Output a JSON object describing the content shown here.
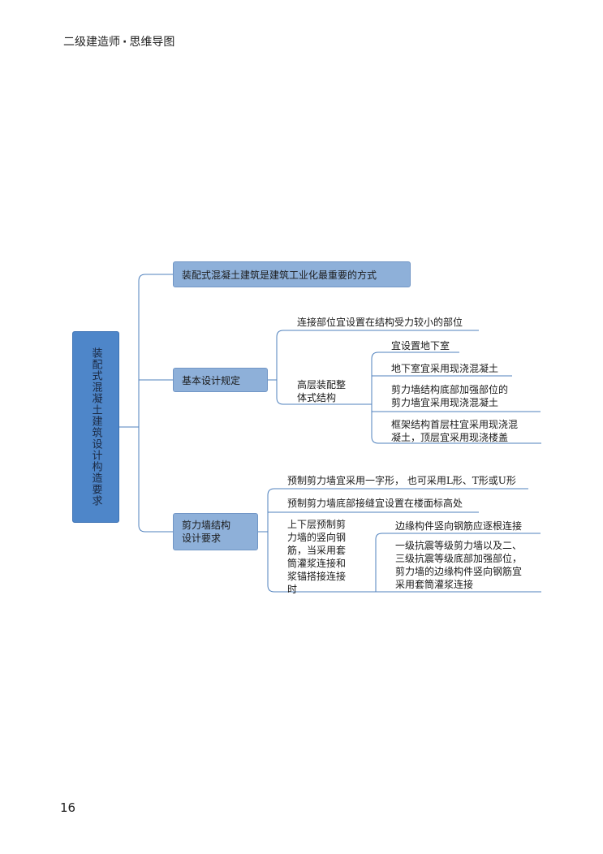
{
  "header": {
    "book": "二级建造师",
    "dot": "·",
    "subtitle": "思维导图"
  },
  "page_number": "16",
  "root": "装配式混凝土建筑设计构造要求",
  "branches": {
    "b1": "装配式混凝土建筑是建筑工业化最重要的方式",
    "b2": "基本设计规定",
    "b3": "剪力墙结构\n设计要求"
  },
  "b2_children": {
    "c1": "连接部位宜设置在结构受力较小的部位",
    "c2": "高层装配整\n体式结构",
    "c2_items": [
      "宜设置地下室",
      "地下室宜采用现浇混凝土",
      "剪力墙结构底部加强部位的\n剪力墙宜采用现浇混凝土",
      "框架结构首层柱宜采用现浇混\n凝土，顶层宜采用现浇楼盖"
    ]
  },
  "b3_children": {
    "c1": "预制剪力墙宜采用一字形，  也可采用L形、T形或U形",
    "c2": "预制剪力墙底部接缝宜设置在楼面标高处",
    "c3": "上下层预制剪\n力墙的竖向钢\n筋，当采用套\n筒灌浆连接和\n浆锚搭接连接\n时",
    "c3_items": [
      "边缘构件竖向钢筋应逐根连接",
      "一级抗震等级剪力墙以及二、\n三级抗震等级底部加强部位，\n剪力墙的边缘构件竖向钢筋宜\n采用套筒灌浆连接"
    ]
  },
  "colors": {
    "line": "#4f81bd",
    "box": "#8eb0d9",
    "root": "#4e86c9"
  }
}
